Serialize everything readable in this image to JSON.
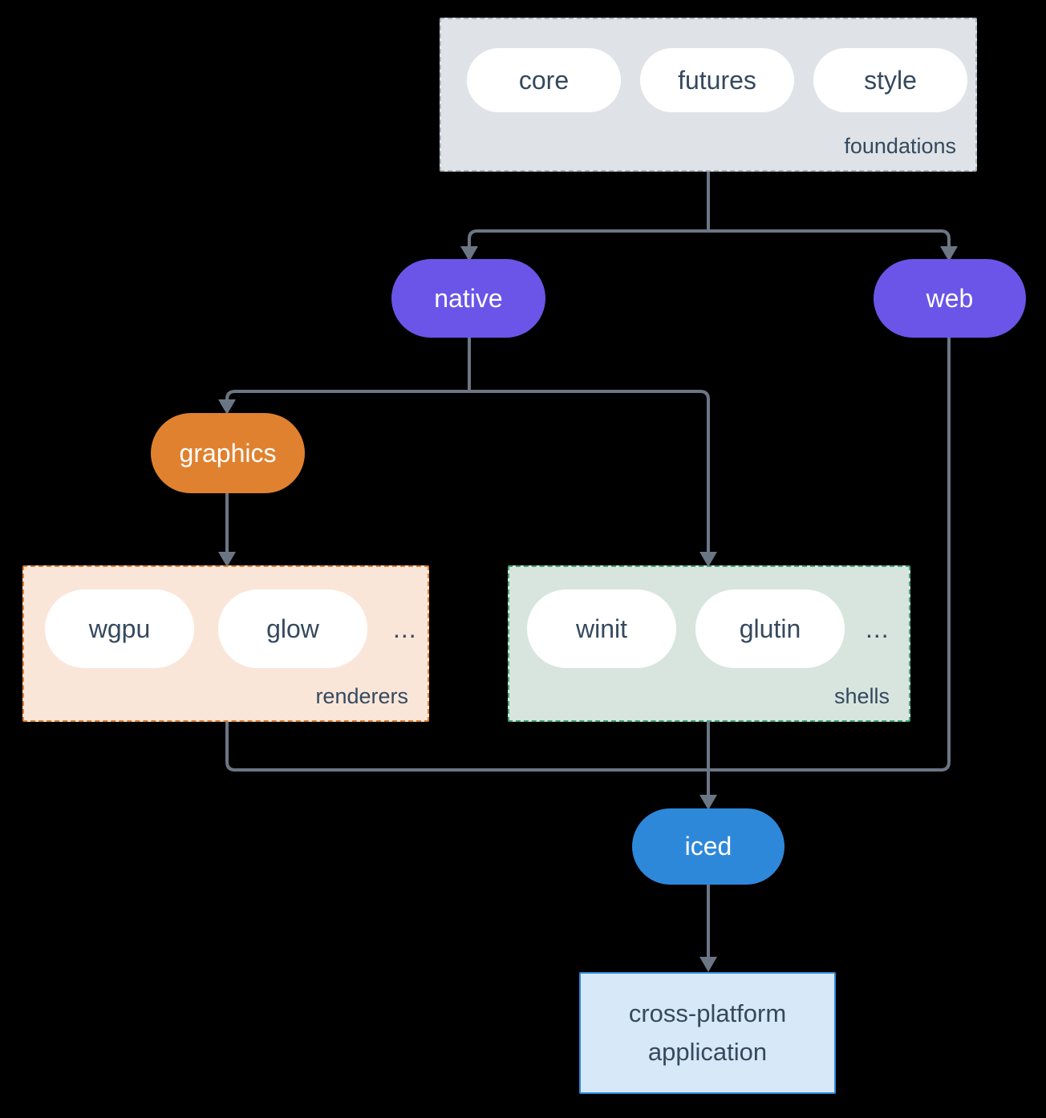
{
  "colors": {
    "background": "#000000",
    "connector": "#6b7685",
    "purple": "#6a55e8",
    "orange": "#e0812f",
    "blue": "#2e88da",
    "text-dark": "#35495e",
    "foundations-bg": "#dfe3e7",
    "foundations-border": "#aab6c0",
    "renderers-bg": "#fae6d9",
    "renderers-border": "#e0812f",
    "shells-bg": "#d8e5df",
    "shells-border": "#44a577",
    "app-bg": "#d7e9f8",
    "app-border": "#2e88da",
    "pill-bg": "#ffffff"
  },
  "groups": {
    "foundations": {
      "label": "foundations",
      "pills": [
        "core",
        "futures",
        "style"
      ]
    },
    "renderers": {
      "label": "renderers",
      "pills": [
        "wgpu",
        "glow"
      ],
      "more": "..."
    },
    "shells": {
      "label": "shells",
      "pills": [
        "winit",
        "glutin"
      ],
      "more": "..."
    }
  },
  "nodes": {
    "native": {
      "label": "native"
    },
    "web": {
      "label": "web"
    },
    "graphics": {
      "label": "graphics"
    },
    "iced": {
      "label": "iced"
    },
    "application": {
      "label": "cross-platform application"
    }
  }
}
